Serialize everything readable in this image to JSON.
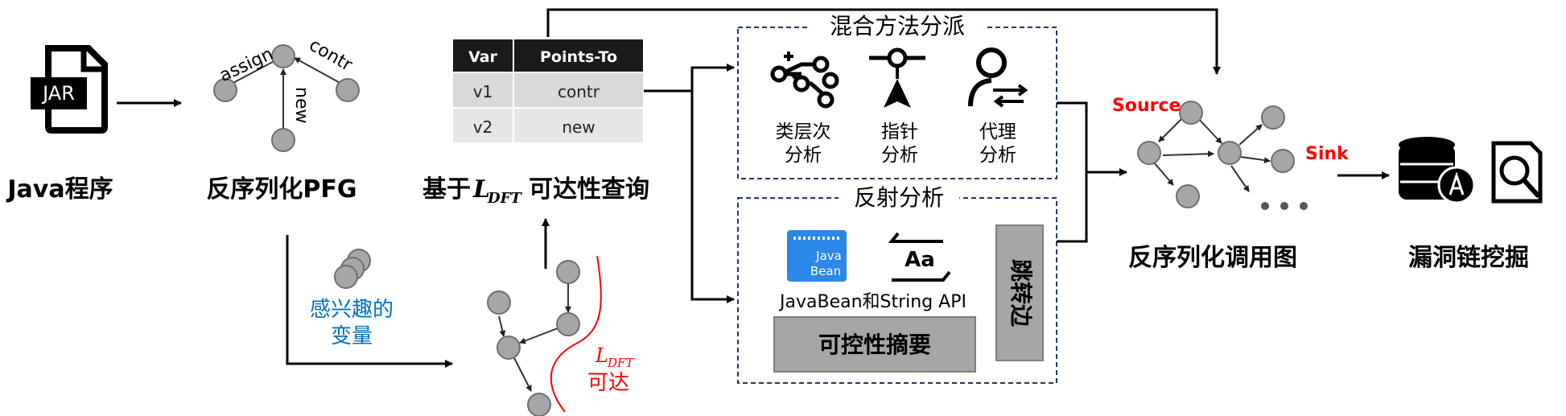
{
  "stages": {
    "java_program": "Java程序",
    "pfg": "反序列化PFG",
    "query_prefix": "基于",
    "query_math": "L",
    "query_math_sub": "DFT",
    "query_suffix": "可达性查询",
    "call_graph": "反序列化调用图",
    "vuln_mining": "漏洞链挖掘"
  },
  "jar_label": "JAR",
  "pfg_edges": {
    "assign": "assign",
    "contr": "contr",
    "new": "new"
  },
  "vars_of_interest": [
    "感兴趣的",
    "变量"
  ],
  "ldft": {
    "math": "L",
    "sub": "DFT",
    "reach": "可达"
  },
  "points_to_table": {
    "headers": [
      "Var",
      "Points-To"
    ],
    "rows": [
      [
        "v1",
        "contr"
      ],
      [
        "v2",
        "new"
      ]
    ]
  },
  "hybrid_dispatch": {
    "title": "混合方法分派",
    "items": [
      [
        "类层次",
        "分析"
      ],
      [
        "指针",
        "分析"
      ],
      [
        "代理",
        "分析"
      ]
    ]
  },
  "reflection": {
    "title": "反射分析",
    "javabean_icon": [
      "Java",
      "Bean"
    ],
    "aa_icon": "Aa",
    "api_caption": "JavaBean和String API",
    "summary": "可控性摘要",
    "jump_edge": "跳转边"
  },
  "call_graph_labels": {
    "source": "Source",
    "sink": "Sink"
  },
  "colors": {
    "node_fill": "#a6a6a6",
    "node_stroke": "#6e6e6e",
    "table_header": "#1a1a1a",
    "table_row": "#d9d9d9",
    "box_border": "#1f3864",
    "summary_fill": "#a6a6a6",
    "accent_blue": "#0070c0",
    "accent_red": "#ff0000",
    "javabean_blue": "#2b87e8"
  }
}
